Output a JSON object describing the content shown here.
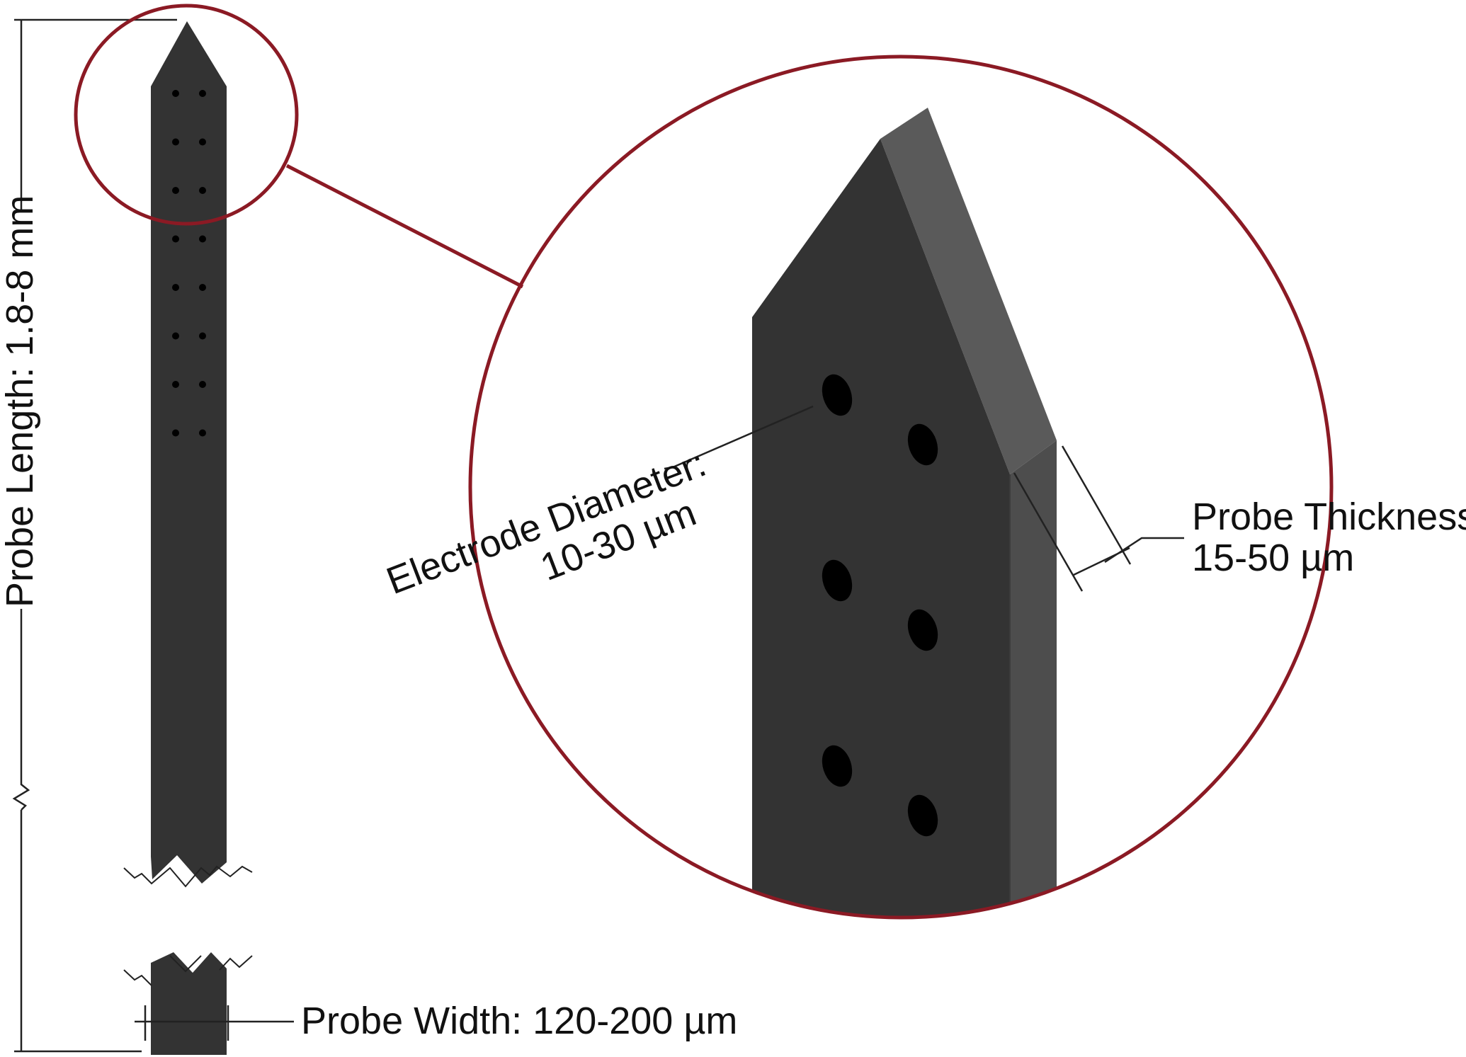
{
  "labels": {
    "probe_length": "Probe Length: 1.8-8 mm",
    "probe_width": "Probe Width: 120-200 µm",
    "electrode_diameter_line1": "Electrode Diameter:",
    "electrode_diameter_line2": "10-30 µm",
    "probe_thickness_line1": "Probe Thickness:",
    "probe_thickness_line2": "15-50 µm"
  },
  "colors": {
    "probe_face": "#333333",
    "probe_side": "#4d4d4d",
    "probe_bevel": "#5a5a5a",
    "electrode": "#000000",
    "highlight_circle": "#8b1a24",
    "dimension_line": "#222222",
    "background": "#ffffff"
  },
  "electrodes": {
    "overview_pairs": 8,
    "zoomed_pairs": 3
  },
  "icons": {
    "length_break": "zigzag-break-icon",
    "probe_break": "zigzag-break-icon"
  }
}
